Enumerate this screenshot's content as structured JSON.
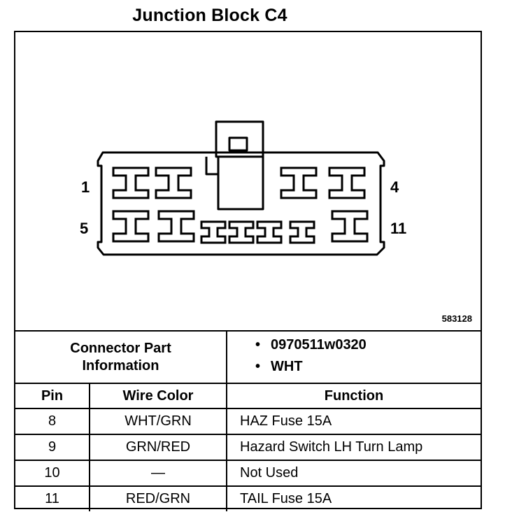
{
  "title": "Junction Block C4",
  "figure_id": "583128",
  "pin_labels": {
    "top_left": "1",
    "top_right": "4",
    "bottom_left": "5",
    "bottom_right": "11"
  },
  "connector_info": {
    "label": "Connector Part Information",
    "items": [
      "0970511w0320",
      "WHT"
    ]
  },
  "table": {
    "headers": {
      "pin": "Pin",
      "wire_color": "Wire Color",
      "function": "Function"
    },
    "rows": [
      {
        "pin": "8",
        "wire_color": "WHT/GRN",
        "function": "HAZ Fuse 15A"
      },
      {
        "pin": "9",
        "wire_color": "GRN/RED",
        "function": "Hazard Switch LH Turn Lamp"
      },
      {
        "pin": "10",
        "wire_color": "—",
        "function": "Not Used"
      },
      {
        "pin": "11",
        "wire_color": "RED/GRN",
        "function": "TAIL Fuse 15A"
      }
    ]
  }
}
